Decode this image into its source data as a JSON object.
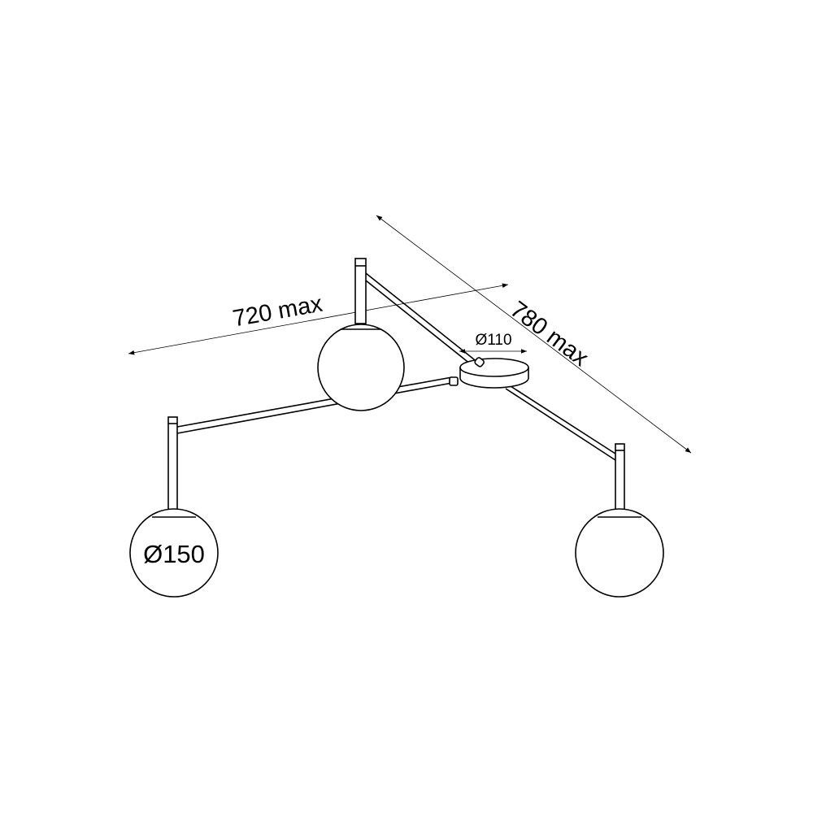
{
  "dimensions": {
    "width_label": "720 max",
    "depth_label": "780 max",
    "canopy_diameter_label": "Ø110",
    "globe_diameter_label": "Ø150"
  },
  "colors": {
    "line": "#000000",
    "background": "#ffffff"
  }
}
